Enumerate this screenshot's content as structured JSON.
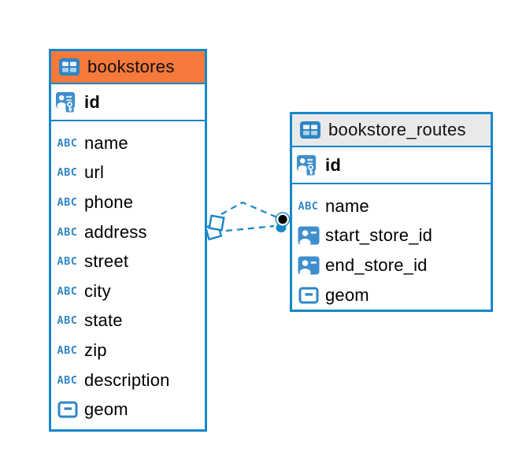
{
  "app": {
    "view": "er-diagram",
    "background": "#ffffff"
  },
  "colors": {
    "accent_blue": "#1787C9",
    "icon_blue": "#2E86C6",
    "card_blue": "#3F8ECD",
    "bookstores_header": "#F4793B",
    "routes_header": "#E9E9E9"
  },
  "icons": {
    "text_type_label": "ABC"
  },
  "tables": [
    {
      "name": "bookstores",
      "header_style": "orange",
      "primary_key": {
        "name": "id"
      },
      "columns": [
        {
          "name": "name",
          "type": "text"
        },
        {
          "name": "url",
          "type": "text"
        },
        {
          "name": "phone",
          "type": "text"
        },
        {
          "name": "address",
          "type": "text"
        },
        {
          "name": "street",
          "type": "text"
        },
        {
          "name": "city",
          "type": "text"
        },
        {
          "name": "state",
          "type": "text"
        },
        {
          "name": "zip",
          "type": "text"
        },
        {
          "name": "description",
          "type": "text"
        },
        {
          "name": "geom",
          "type": "geometry"
        }
      ]
    },
    {
      "name": "bookstore_routes",
      "header_style": "gray",
      "primary_key": {
        "name": "id"
      },
      "columns": [
        {
          "name": "name",
          "type": "text"
        },
        {
          "name": "start_store_id",
          "type": "reference"
        },
        {
          "name": "end_store_id",
          "type": "reference"
        },
        {
          "name": "geom",
          "type": "geometry"
        }
      ]
    }
  ],
  "relationships": [
    {
      "from": "bookstore_routes",
      "to": "bookstores",
      "style": "dashed"
    },
    {
      "from": "bookstore_routes",
      "to": "bookstores",
      "style": "dashed"
    }
  ]
}
